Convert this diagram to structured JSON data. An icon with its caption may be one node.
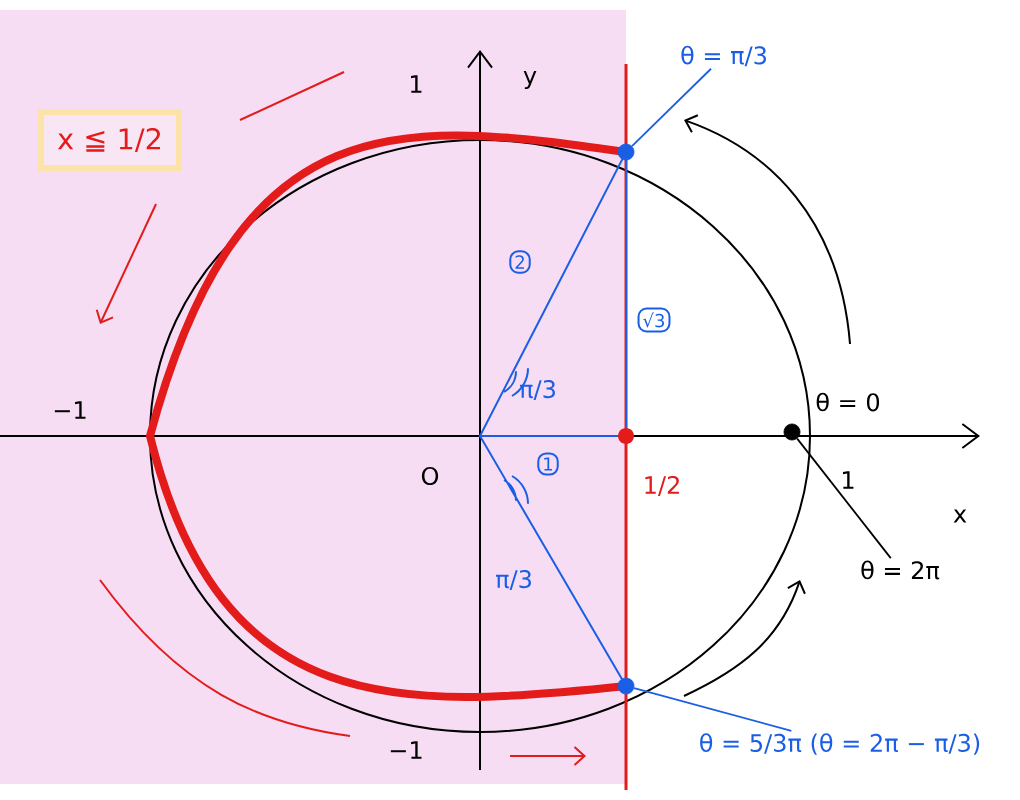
{
  "diagram": {
    "nodes": [
      {
        "text": [
          "x ≦ 1/2"
        ]
      },
      {
        "text": [
          "θ = π/3"
        ]
      },
      {
        "text": [],
        "shape": "circle"
      },
      {
        "text": [],
        "shape": "circle"
      },
      {
        "text": [
          "θ = 2π"
        ]
      },
      {
        "text": [],
        "shape": "circle"
      },
      {
        "text": [
          "θ = 5/3π (θ = 2π − π/3)"
        ]
      },
      {
        "text": [
          "2"
        ]
      },
      {
        "text": [
          "√3"
        ]
      },
      {
        "text": [
          "1"
        ]
      }
    ],
    "edges": [
      {
        "from": 1,
        "to": 2,
        "arrow": "none"
      },
      {
        "from": 4,
        "to": 3,
        "arrow": "none",
        "color": "#000000"
      },
      {
        "from": 6,
        "to": 5,
        "arrow": "none"
      }
    ],
    "labels": [
      "1",
      "y",
      "−1",
      "π/3",
      "θ = 0",
      "O",
      "1/2",
      "1",
      "x",
      "π/3",
      "−1"
    ]
  }
}
